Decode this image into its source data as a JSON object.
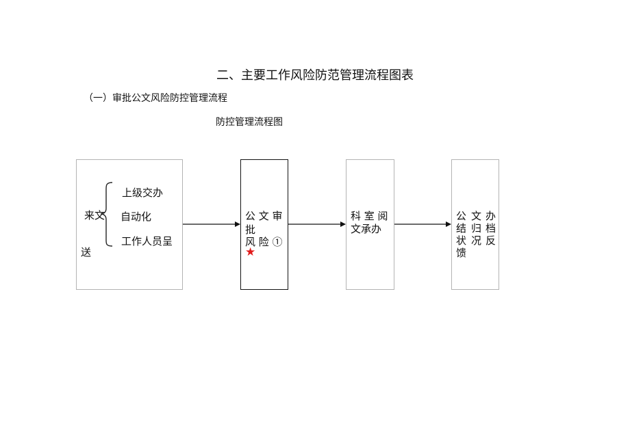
{
  "page": {
    "main_title": "二、主要工作风险防范管理流程图表",
    "section_title": "（一）审批公文风险防控管理流程",
    "chart_title": "防控管理流程图"
  },
  "flow": {
    "box1": {
      "lead_1": "来文",
      "lead_2": "送",
      "items": [
        "上级交办",
        "自动化",
        "工作人员呈"
      ]
    },
    "box2": {
      "lines": [
        "公 文 审",
        "批",
        "风 险 ①"
      ],
      "star": "★",
      "star_color": "#e11b1b"
    },
    "box3": {
      "lines": [
        "科 室 阅",
        "文承办"
      ]
    },
    "box4": {
      "col_left": [
        "公",
        "结",
        "状",
        "馈"
      ],
      "col_mid": [
        "文",
        "归",
        "况"
      ],
      "col_right": [
        "办",
        "档",
        "反"
      ]
    }
  }
}
